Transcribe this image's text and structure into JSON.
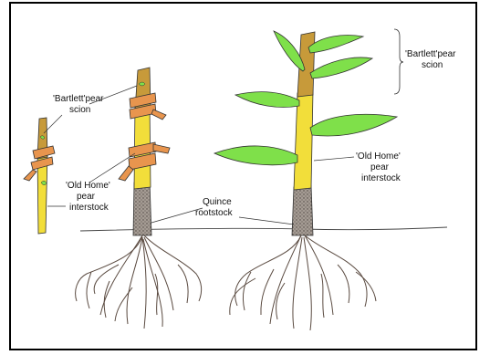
{
  "labels": {
    "scion_small_1": "'Bartlett'pear",
    "scion_small_2": "scion",
    "inter_small_1": "'Old Home'",
    "inter_small_2": "pear",
    "inter_small_3": "interstock",
    "root_1": "Quince",
    "root_2": "rootstock",
    "scion_right_1": "'Bartlett'pear",
    "scion_right_2": "scion",
    "inter_right_1": "'Old Home'",
    "inter_right_2": "pear",
    "inter_right_3": "interstock"
  },
  "colors": {
    "scion": "#c79a3a",
    "interstock": "#f2de3a",
    "tape": "#e8954e",
    "leaf": "#7fe04a",
    "rootstock": "#8a8078",
    "root": "#5a4a40"
  }
}
